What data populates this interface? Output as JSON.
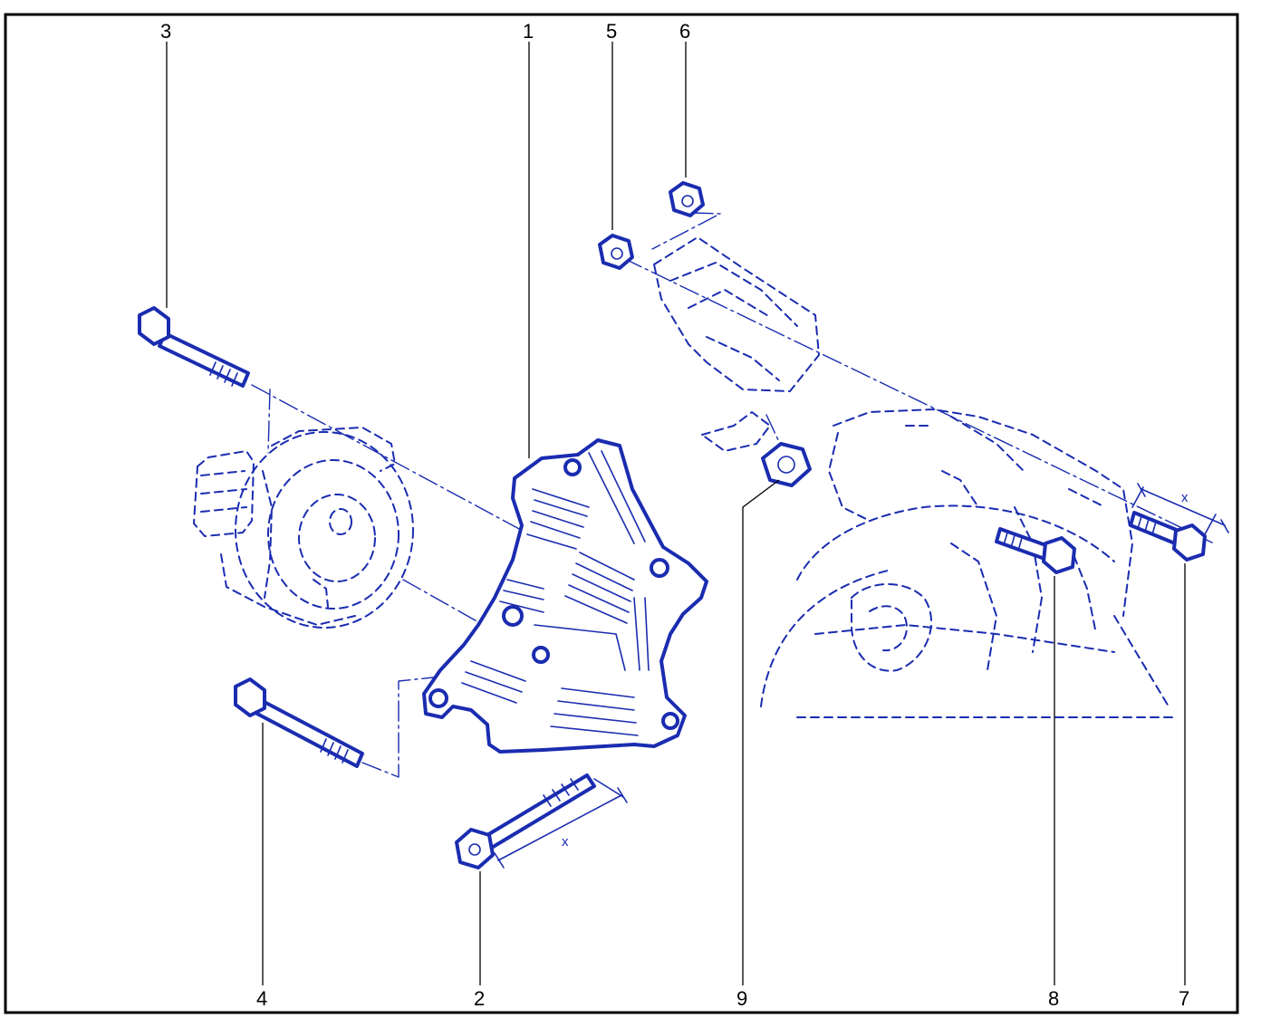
{
  "colors": {
    "ink": "#1a2cb0",
    "frame": "#000000",
    "background": "#ffffff"
  },
  "callouts": {
    "c1": "1",
    "c2": "2",
    "c3": "3",
    "c4": "4",
    "c5": "5",
    "c6": "6",
    "c7": "7",
    "c8": "8",
    "c9": "9"
  },
  "dimensions": {
    "bolt2_length": "x",
    "bolt7_length": "x"
  }
}
